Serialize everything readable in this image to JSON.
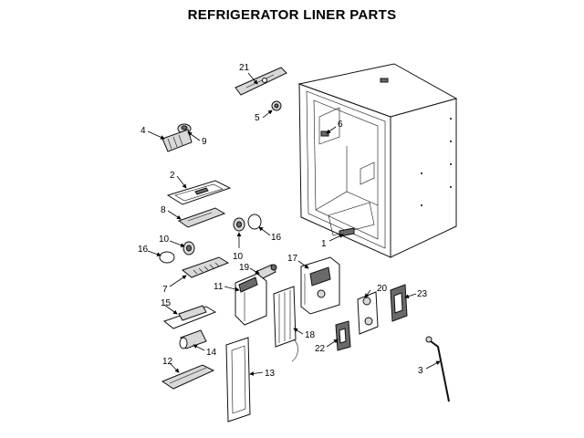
{
  "title": "REFRIGERATOR LINER PARTS",
  "callouts": [
    "21",
    "5",
    "6",
    "4",
    "9",
    "2",
    "8",
    "1",
    "10",
    "16",
    "10",
    "16",
    "7",
    "19",
    "17",
    "11",
    "20",
    "23",
    "15",
    "18",
    "22",
    "14",
    "13",
    "12",
    "3"
  ]
}
